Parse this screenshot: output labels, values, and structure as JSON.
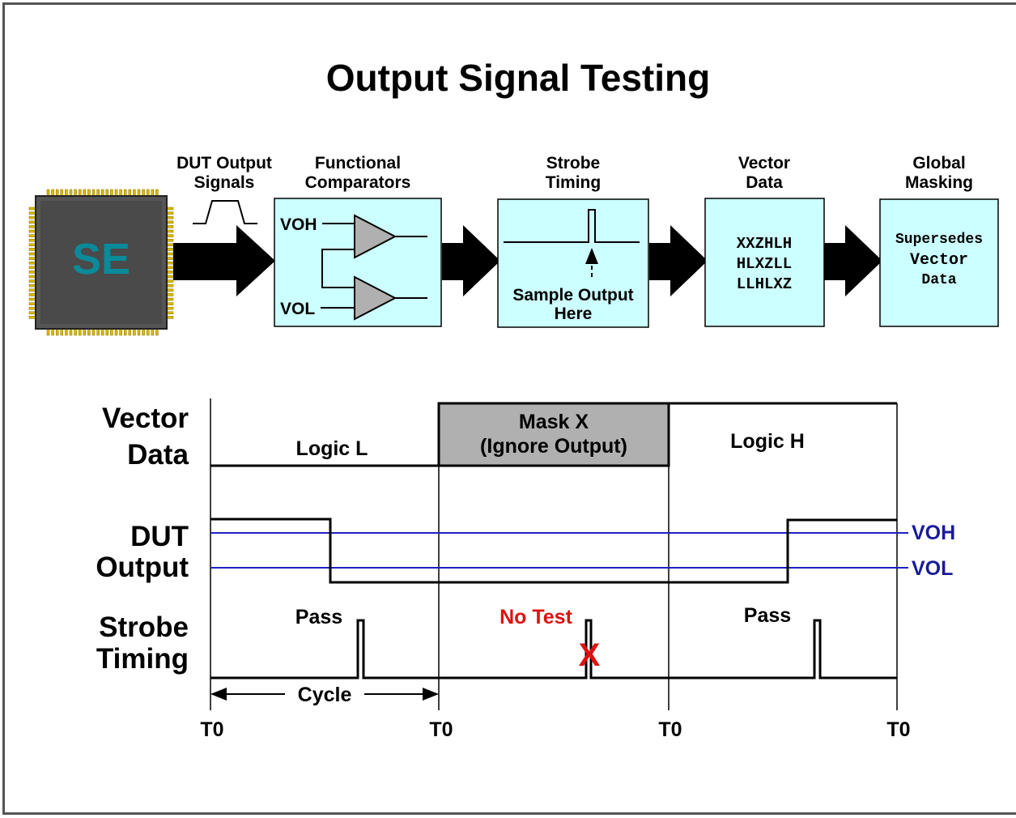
{
  "title": "Output Signal Testing",
  "chip": {
    "logo_text": "SE"
  },
  "pipeline": {
    "dut_output_signals": [
      "DUT Output",
      "Signals"
    ],
    "functional_comparators": {
      "header": [
        "Functional",
        "Comparators"
      ],
      "voh_label": "VOH",
      "vol_label": "VOL"
    },
    "strobe_timing": {
      "header": [
        "Strobe",
        "Timing"
      ],
      "caption": [
        "Sample Output",
        "Here"
      ]
    },
    "vector_data": {
      "header": [
        "Vector",
        "Data"
      ],
      "rows": [
        "XXZHLH",
        "HLXZLL",
        "LLHLXZ"
      ]
    },
    "global_masking": {
      "header": [
        "Global",
        "Masking"
      ],
      "body": [
        "Supersedes",
        "Vector",
        "Data"
      ]
    }
  },
  "timing": {
    "row_labels": {
      "vector_data": [
        "Vector",
        "Data"
      ],
      "dut_output": [
        "DUT",
        "Output"
      ],
      "strobe_timing": [
        "Strobe",
        "Timing"
      ]
    },
    "vector_segments": {
      "logic_l": "Logic L",
      "mask_x": [
        "Mask X",
        "(Ignore Output)"
      ],
      "logic_h": "Logic H"
    },
    "threshold_labels": {
      "voh": "VOH",
      "vol": "VOL"
    },
    "strobe_results": [
      "Pass",
      "No Test",
      "Pass"
    ],
    "no_test_mark": "X",
    "cycle_label": "Cycle",
    "t0_labels": [
      "T0",
      "T0",
      "T0",
      "T0"
    ]
  },
  "colors": {
    "box_fill": "#ccffff",
    "mask_fill": "#b0b0b0",
    "threshold_line": "#2020c0",
    "threshold_text": "#1a1a9a",
    "no_test": "#dd1111",
    "chip_teal": "#0a8a9a"
  }
}
